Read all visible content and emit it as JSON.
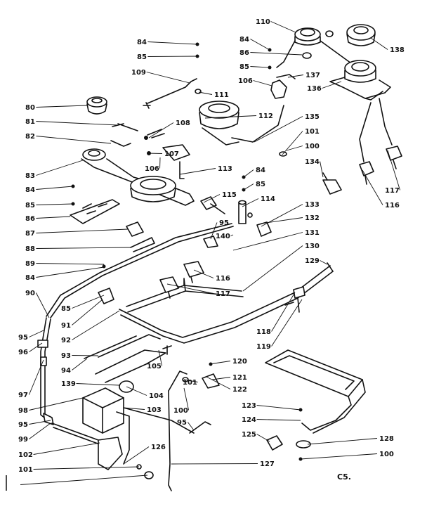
{
  "diagram": {
    "corner_code": "C5.",
    "labels": [
      "84",
      "85",
      "109",
      "111",
      "110",
      "84",
      "86",
      "85",
      "138",
      "137",
      "106",
      "136",
      "80",
      "81",
      "82",
      "108",
      "107",
      "106",
      "112",
      "135",
      "101",
      "100",
      "134",
      "113",
      "84",
      "85",
      "83",
      "84",
      "85",
      "86",
      "87",
      "88",
      "89",
      "84",
      "90",
      "115",
      "114",
      "133",
      "132",
      "95",
      "140",
      "131",
      "130",
      "129",
      "116",
      "117",
      "85",
      "91",
      "117",
      "116",
      "95",
      "96",
      "92",
      "118",
      "119",
      "93",
      "94",
      "105",
      "120",
      "121",
      "122",
      "97",
      "139",
      "104",
      "101",
      "98",
      "103",
      "100",
      "123",
      "124",
      "95",
      "125",
      "128",
      "95",
      "99",
      "102",
      "126",
      "127",
      "100",
      "101"
    ]
  }
}
